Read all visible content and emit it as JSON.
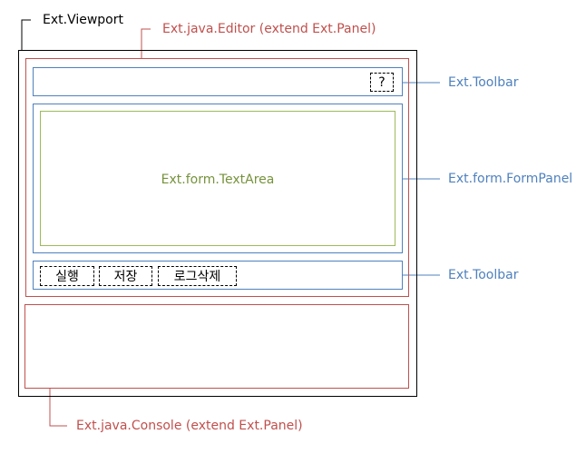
{
  "labels": {
    "viewport": "Ext.Viewport",
    "editor": "Ext.java.Editor (extend Ext.Panel)",
    "toolbar_top": "Ext.Toolbar",
    "form_panel": "Ext.form.FormPanel",
    "toolbar_bottom": "Ext.Toolbar",
    "console": "Ext.java.Console (extend Ext.Panel)"
  },
  "text_area_label": "Ext.form.TextArea",
  "top_toolbar": {
    "help_button": "?"
  },
  "bottom_toolbar": {
    "run_button": "실행",
    "save_button": "저장",
    "clear_log_button": "로그삭제"
  },
  "colors": {
    "viewport": "#000000",
    "editor": "#c0504d",
    "toolbar": "#4f81bd",
    "text_area": "#9bbb59",
    "text_area_label": "#76923c"
  }
}
